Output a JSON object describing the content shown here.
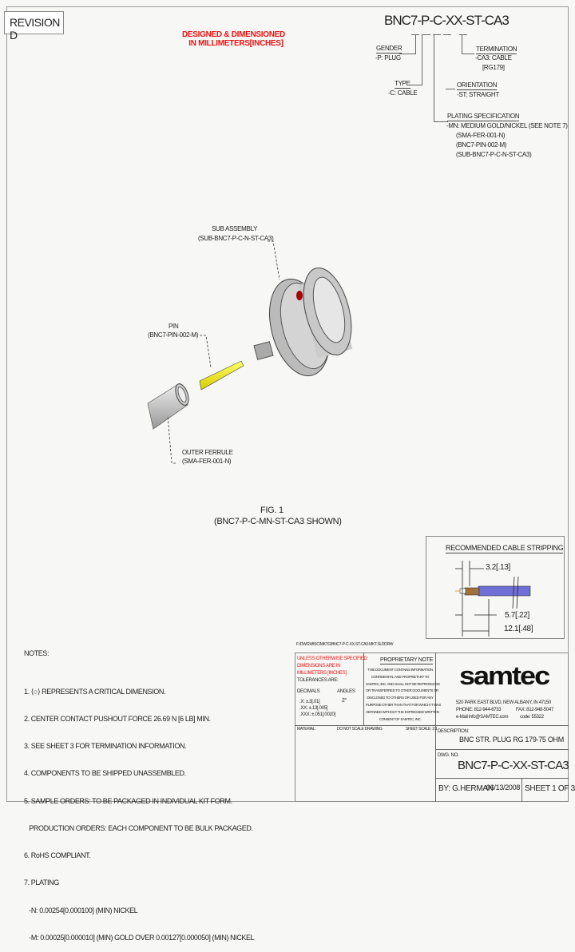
{
  "revision": "REVISION D",
  "units_note": [
    "DESIGNED & DIMENSIONED",
    "IN MILLIMETERS[INCHES]"
  ],
  "part_code": {
    "title": "BNC7-P-C-XX-ST-CA3",
    "gender": {
      "label": "GENDER",
      "value": "-P: PLUG"
    },
    "type": {
      "label": "TYPE",
      "value": "-C: CABLE"
    },
    "termination": {
      "label": "TERMINATION",
      "value": "-CA3: CABLE",
      "value2": "[RG179]"
    },
    "orientation": {
      "label": "ORIENTATION",
      "value": "-ST: STRAIGHT"
    },
    "plating": {
      "label": "PLATING SPECIFICATION",
      "value": "-MN: MEDIUM GOLD/NICKEL (SEE NOTE 7)",
      "items": [
        "(SMA-FER-001-N)",
        "(BNC7-PIN-002-M)",
        "(SUB-BNC7-P-C-N-ST-CA3)"
      ]
    }
  },
  "callouts": {
    "sub_assembly": {
      "label": "SUB ASSEMBLY",
      "part": "(SUB-BNC7-P-C-N-ST-CA3)"
    },
    "pin": {
      "label": "PIN",
      "part": "(BNC7-PIN-002-M)"
    },
    "ferrule": {
      "label": "OUTER FERRULE",
      "part": "(SMA-FER-001-N)"
    }
  },
  "figure": {
    "label": "FIG. 1",
    "caption": "(BNC7-P-C-MN-ST-CA3 SHOWN)"
  },
  "stripping": {
    "title": "RECOMMENDED CABLE STRIPPING",
    "dim1": "3.2[.13]",
    "dim2": "5.7[.22]",
    "dim3": "12.1[.48]",
    "cable_color": "#6f6fd8"
  },
  "notes": {
    "title": "NOTES:",
    "items": [
      "1. ⟨○⟩ REPRESENTS A CRITICAL DIMENSION.",
      "2. CENTER CONTACT PUSHOUT FORCE 26.69 N [6 LB] MIN.",
      "3. SEE SHEET 3 FOR TERMINATION INFORMATION.",
      "4. COMPONENTS TO BE SHIPPED UNASSEMBLED.",
      "5. SAMPLE ORDERS: TO BE PACKAGED IN INDIVIDUAL KIT FORM.",
      "   PRODUCTION ORDERS: EACH COMPONENT TO BE BULK PACKAGED.",
      "6. RoHS COMPLIANT.",
      "7. PLATING",
      "   -N: 0.00254[0.000100] (MIN) NICKEL",
      "   -M: 0.00025[0.000010] (MIN) GOLD OVER 0.00127[0.000050] (MIN) NICKEL"
    ]
  },
  "title_block": {
    "file_path": "F:\\DWG\\MISC\\MKTG\\BNC7-P-C-XX-ST-CA3-MKT.SLDDRW",
    "tolerance_header": [
      "UNLESS OTHERWISE SPECIFIED:",
      "DIMENSIONS ARE IN",
      "MILLIMETERS [INCHES]"
    ],
    "tolerances_are": "TOLERANCES ARE:",
    "decimals_label": "DECIMALS",
    "angles_label": "ANGLES",
    "angles_value": "2°",
    "decimals": [
      ".X: ±.3[.01]",
      ".XX: ±.13[.005]",
      ".XXX: ±.051[.0020]"
    ],
    "proprietary_title": "PROPRIETARY NOTE",
    "proprietary_text": [
      "THIS DOCUMENT CONTAINS INFORMATION",
      "CONFIDENTIAL AND PROPRIETARY TO",
      "SAMTEC, INC. AND SHALL NOT BE REPRODUCED",
      "OR TRANSFERRED TO OTHER DOCUMENTS OR",
      "DISCLOSED TO OTHERS OR USED FOR ANY",
      "PURPOSE OTHER THAN THAT FOR WHICH IT WAS",
      "OBTAINED WITHOUT THE EXPRESSED WRITTEN",
      "CONSENT OF SAMTEC, INC."
    ],
    "company": "samtec",
    "address": "520 PARK EAST BLVD, NEW ALBANY, IN 47150",
    "phone": "PHONE: 812-944-6733",
    "fax": "FAX: 812-948-5047",
    "email": "e-Mail info@SAMTEC.com",
    "code": "code: 55322",
    "material_label": "MATERIAL:",
    "do_not_scale": "DO NOT SCALE DRAWING",
    "sheet_scale": "SHEET SCALE: 2:1",
    "description_label": "DESCRIPTION:",
    "description": "BNC STR. PLUG RG 179-75 OHM",
    "dwg_label": "DWG. NO.",
    "dwg_no": "BNC7-P-C-XX-ST-CA3",
    "by": "BY: G.HERMAN",
    "date": "06/13/2008",
    "sheet": "SHEET 1 OF 3"
  }
}
